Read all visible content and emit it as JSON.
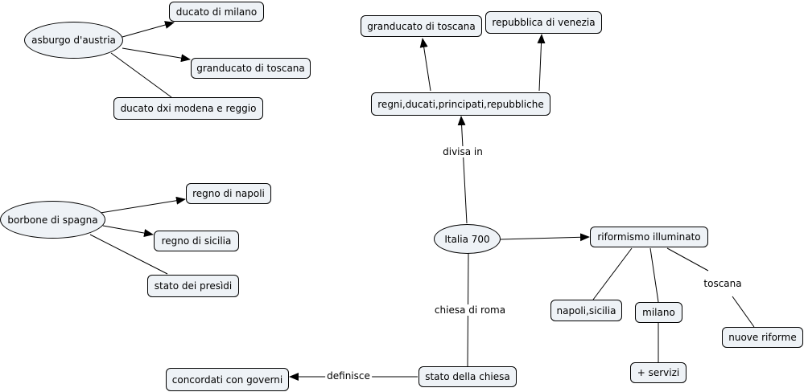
{
  "nodes": {
    "asburgo": "asburgo d'austria",
    "ducato_milano": "ducato di milano",
    "granducato_toscana_1": "granducato di toscana",
    "ducato_modena": "ducato dxi modena e reggio",
    "borbone": "borbone di spagna",
    "regno_napoli": "regno di napoli",
    "regno_sicilia": "regno di sicilia",
    "stato_presidi": "stato dei presìdi",
    "granducato_toscana_2": "granducato di toscana",
    "repubblica_venezia": "repubblica di venezia",
    "regni": "regni,ducati,principati,repubbliche",
    "italia": "Italia 700",
    "riformismo": "riformismo illuminato",
    "napoli_sicilia": "napoli,sicilia",
    "milano": "milano",
    "servizi": "+ servizi",
    "nuove_riforme": "nuove riforme",
    "stato_chiesa": "stato della chiesa",
    "concordati": "concordati con governi"
  },
  "link_labels": {
    "divisa_in": "divisa in",
    "chiesa_di_roma": "chiesa di roma",
    "toscana": "toscana",
    "definisce": "definisce"
  },
  "colors": {
    "node_fill": "#eef2f6",
    "line": "#000000"
  }
}
